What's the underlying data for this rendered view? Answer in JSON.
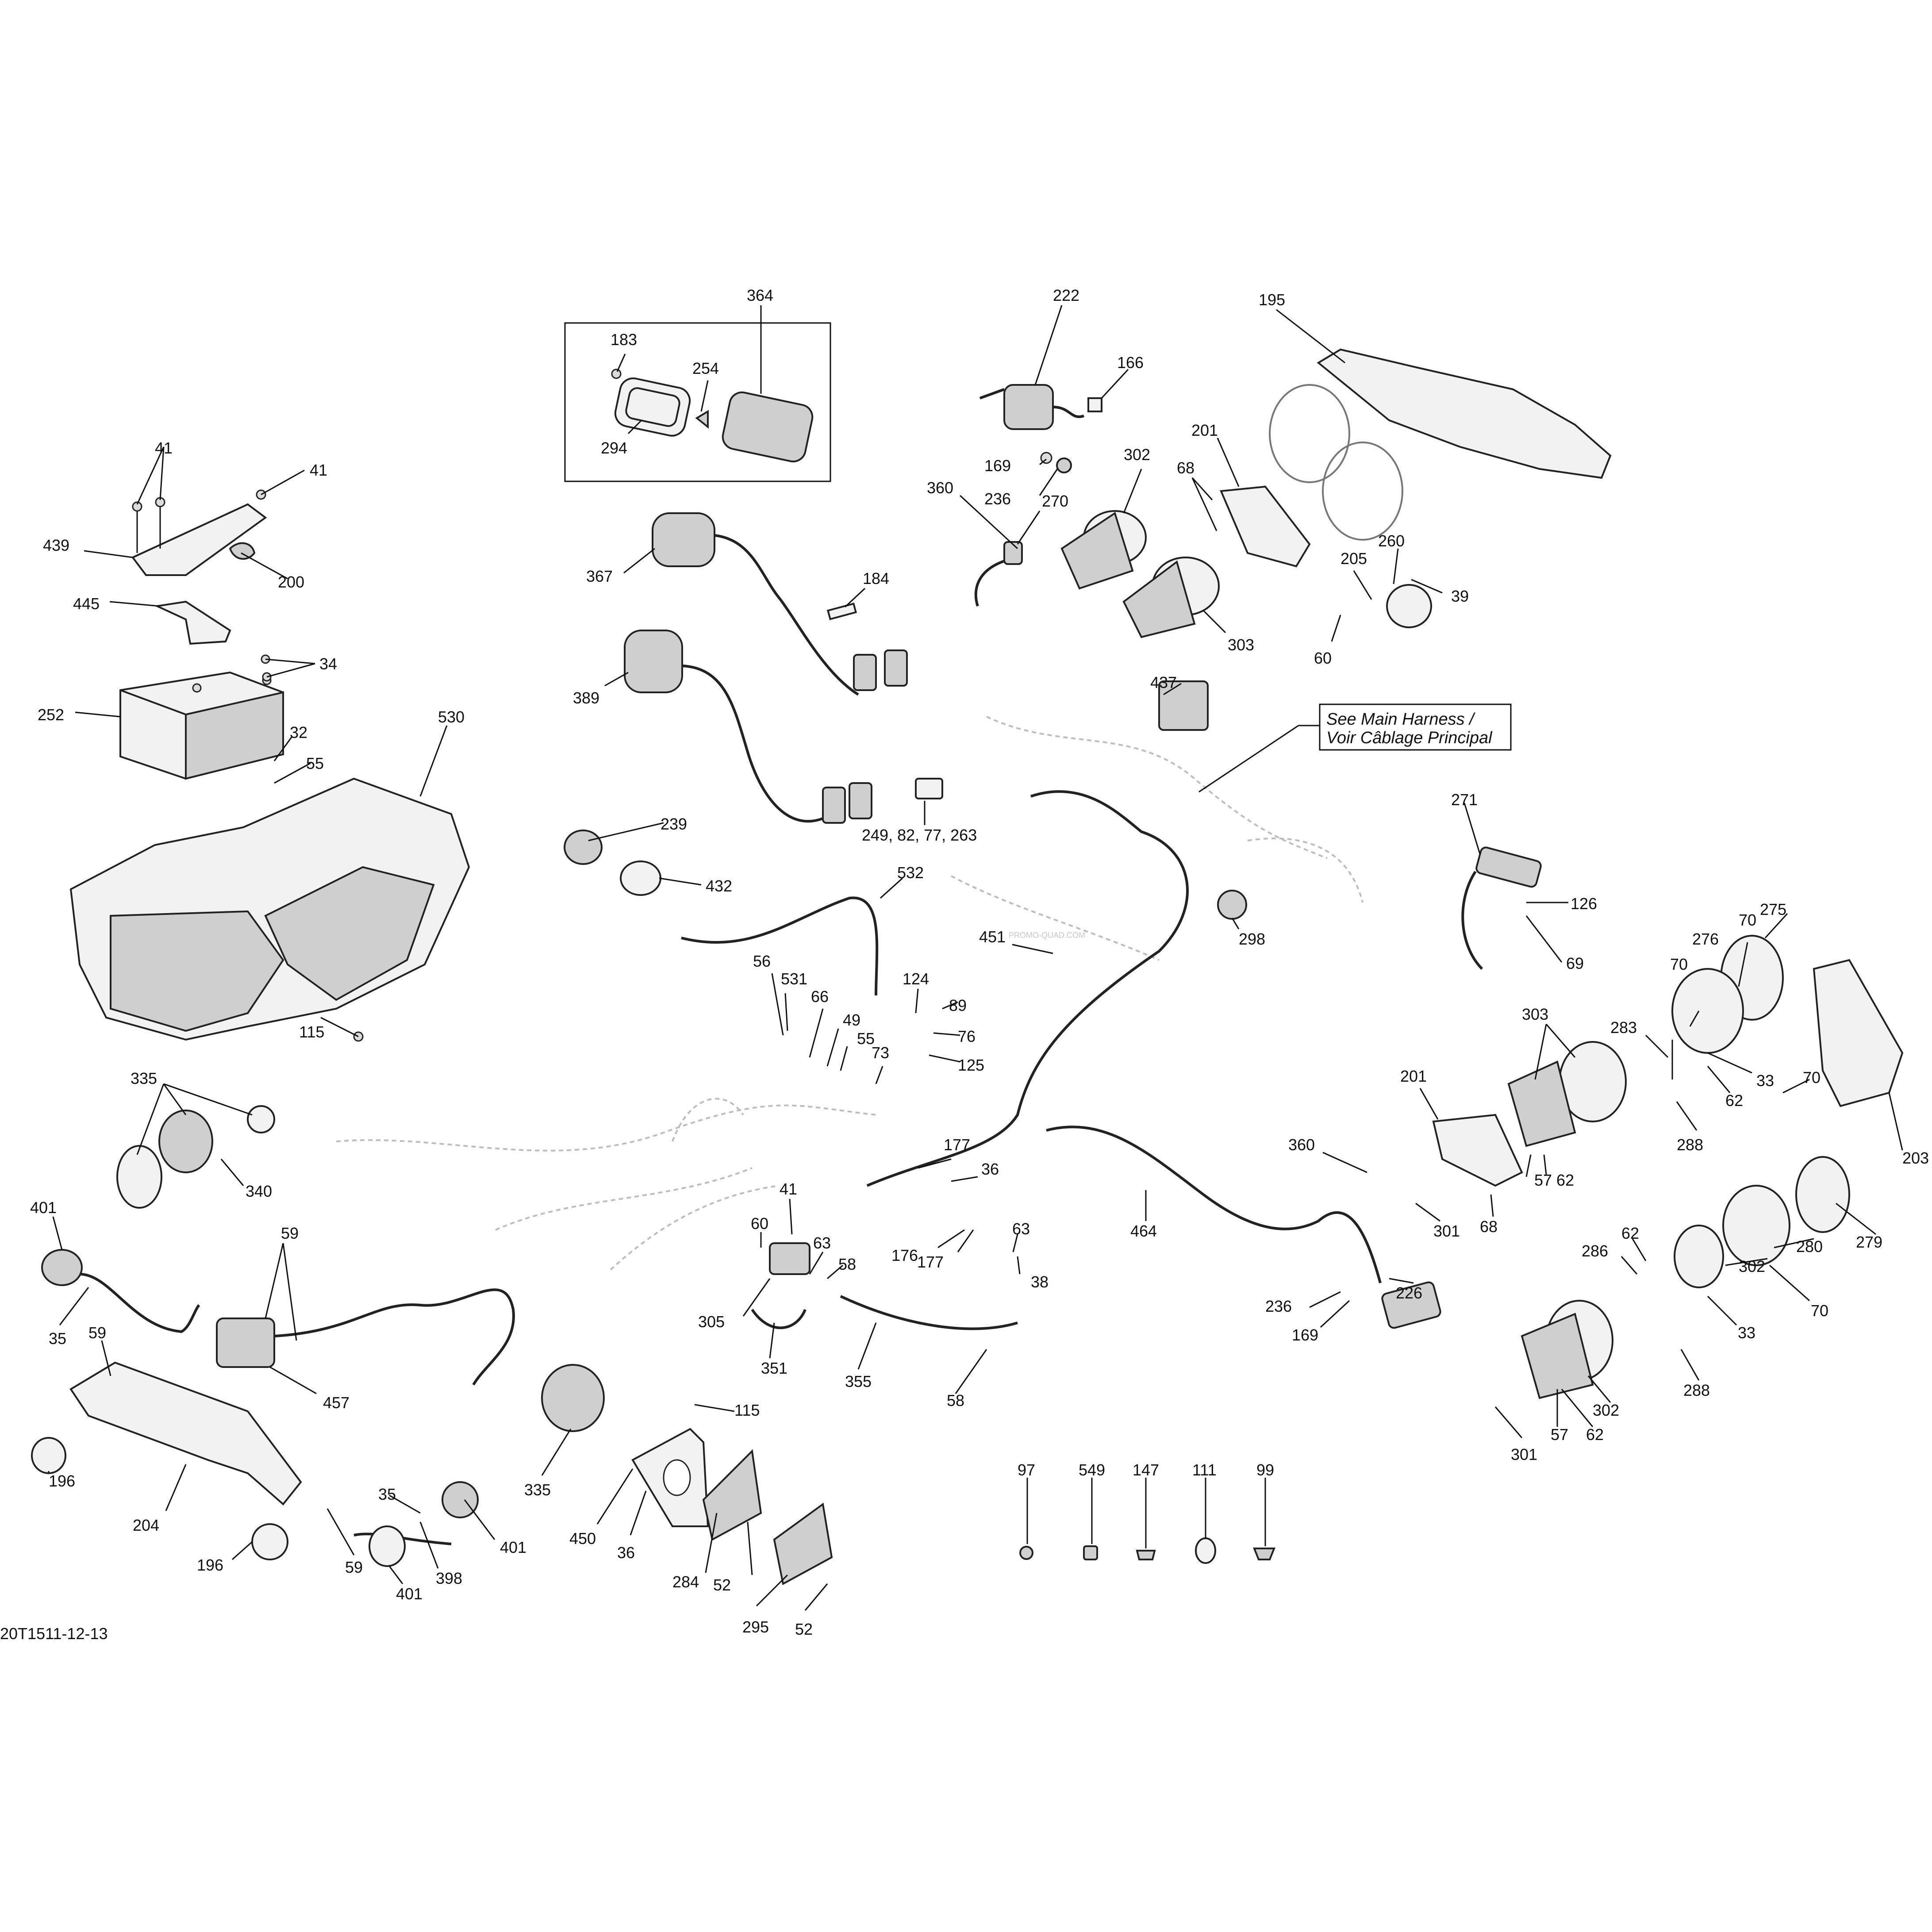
{
  "diagram_code": "20T1511-12-13",
  "note": {
    "line1": "See Main Harness /",
    "line2": "Voir Câblage Principal"
  },
  "watermark": "PROMO-QUAD.COM",
  "labels": [
    {
      "id": "l364",
      "text": "364"
    },
    {
      "id": "l183",
      "text": "183"
    },
    {
      "id": "l254",
      "text": "254"
    },
    {
      "id": "l294",
      "text": "294"
    },
    {
      "id": "l222",
      "text": "222"
    },
    {
      "id": "l166",
      "text": "166"
    },
    {
      "id": "l195",
      "text": "195"
    },
    {
      "id": "l201a",
      "text": "201"
    },
    {
      "id": "l302a",
      "text": "302"
    },
    {
      "id": "l68a",
      "text": "68"
    },
    {
      "id": "l169a",
      "text": "169"
    },
    {
      "id": "l236a",
      "text": "236"
    },
    {
      "id": "l270",
      "text": "270"
    },
    {
      "id": "l360a",
      "text": "360"
    },
    {
      "id": "l303a",
      "text": "303"
    },
    {
      "id": "l260",
      "text": "260"
    },
    {
      "id": "l205",
      "text": "205"
    },
    {
      "id": "l39",
      "text": "39"
    },
    {
      "id": "l60a",
      "text": "60"
    },
    {
      "id": "l41a",
      "text": "41"
    },
    {
      "id": "l41b",
      "text": "41"
    },
    {
      "id": "l439",
      "text": "439"
    },
    {
      "id": "l200",
      "text": "200"
    },
    {
      "id": "l445",
      "text": "445"
    },
    {
      "id": "l34",
      "text": "34"
    },
    {
      "id": "l252",
      "text": "252"
    },
    {
      "id": "l32",
      "text": "32"
    },
    {
      "id": "l55a",
      "text": "55"
    },
    {
      "id": "l530",
      "text": "530"
    },
    {
      "id": "l115a",
      "text": "115"
    },
    {
      "id": "l367",
      "text": "367"
    },
    {
      "id": "l184",
      "text": "184"
    },
    {
      "id": "l389",
      "text": "389"
    },
    {
      "id": "l437",
      "text": "437"
    },
    {
      "id": "l249",
      "text": "249, 82, 77, 263"
    },
    {
      "id": "l239",
      "text": "239"
    },
    {
      "id": "l432",
      "text": "432"
    },
    {
      "id": "l532",
      "text": "532"
    },
    {
      "id": "l271",
      "text": "271"
    },
    {
      "id": "l126",
      "text": "126"
    },
    {
      "id": "l69",
      "text": "69"
    },
    {
      "id": "l298",
      "text": "298"
    },
    {
      "id": "l451",
      "text": "451"
    },
    {
      "id": "l275",
      "text": "275"
    },
    {
      "id": "l70a",
      "text": "70"
    },
    {
      "id": "l276",
      "text": "276"
    },
    {
      "id": "l70b",
      "text": "70"
    },
    {
      "id": "l283",
      "text": "283"
    },
    {
      "id": "l303b",
      "text": "303"
    },
    {
      "id": "l33a",
      "text": "33"
    },
    {
      "id": "l62a",
      "text": "62"
    },
    {
      "id": "l203",
      "text": "203"
    },
    {
      "id": "l288a",
      "text": "288"
    },
    {
      "id": "l56",
      "text": "56"
    },
    {
      "id": "l531",
      "text": "531"
    },
    {
      "id": "l66",
      "text": "66"
    },
    {
      "id": "l49",
      "text": "49"
    },
    {
      "id": "l55b",
      "text": "55"
    },
    {
      "id": "l73",
      "text": "73"
    },
    {
      "id": "l124",
      "text": "124"
    },
    {
      "id": "l89",
      "text": "89"
    },
    {
      "id": "l76",
      "text": "76"
    },
    {
      "id": "l125",
      "text": "125"
    },
    {
      "id": "l201b",
      "text": "201"
    },
    {
      "id": "l360b",
      "text": "360"
    },
    {
      "id": "l57a",
      "text": "57"
    },
    {
      "id": "l62b",
      "text": "62"
    },
    {
      "id": "l68b",
      "text": "68"
    },
    {
      "id": "l301a",
      "text": "301"
    },
    {
      "id": "l335a",
      "text": "335"
    },
    {
      "id": "l340",
      "text": "340"
    },
    {
      "id": "l177a",
      "text": "177"
    },
    {
      "id": "l36a",
      "text": "36"
    },
    {
      "id": "l63a",
      "text": "63"
    },
    {
      "id": "l176",
      "text": "176"
    },
    {
      "id": "l177b",
      "text": "177"
    },
    {
      "id": "l38",
      "text": "38"
    },
    {
      "id": "l464",
      "text": "464"
    },
    {
      "id": "l226",
      "text": "226"
    },
    {
      "id": "l236b",
      "text": "236"
    },
    {
      "id": "l169b",
      "text": "169"
    },
    {
      "id": "l70c",
      "text": "70"
    },
    {
      "id": "l62c",
      "text": "62"
    },
    {
      "id": "l286",
      "text": "286"
    },
    {
      "id": "l279",
      "text": "279"
    },
    {
      "id": "l280",
      "text": "280"
    },
    {
      "id": "l302b",
      "text": "302"
    },
    {
      "id": "l70d",
      "text": "70"
    },
    {
      "id": "l33b",
      "text": "33"
    },
    {
      "id": "l288b",
      "text": "288"
    },
    {
      "id": "l302c",
      "text": "302"
    },
    {
      "id": "l57b",
      "text": "57"
    },
    {
      "id": "l62d",
      "text": "62"
    },
    {
      "id": "l301b",
      "text": "301"
    },
    {
      "id": "l401a",
      "text": "401"
    },
    {
      "id": "l35a",
      "text": "35"
    },
    {
      "id": "l59a",
      "text": "59"
    },
    {
      "id": "l59b",
      "text": "59"
    },
    {
      "id": "l457",
      "text": "457"
    },
    {
      "id": "l196a",
      "text": "196"
    },
    {
      "id": "l204",
      "text": "204"
    },
    {
      "id": "l196b",
      "text": "196"
    },
    {
      "id": "l59c",
      "text": "59"
    },
    {
      "id": "l35b",
      "text": "35"
    },
    {
      "id": "l398",
      "text": "398"
    },
    {
      "id": "l401b",
      "text": "401"
    },
    {
      "id": "l401c",
      "text": "401"
    },
    {
      "id": "l335b",
      "text": "335"
    },
    {
      "id": "l41c",
      "text": "41"
    },
    {
      "id": "l60b",
      "text": "60"
    },
    {
      "id": "l63b",
      "text": "63"
    },
    {
      "id": "l58a",
      "text": "58"
    },
    {
      "id": "l305",
      "text": "305"
    },
    {
      "id": "l351",
      "text": "351"
    },
    {
      "id": "l355",
      "text": "355"
    },
    {
      "id": "l58b",
      "text": "58"
    },
    {
      "id": "l115b",
      "text": "115"
    },
    {
      "id": "l450",
      "text": "450"
    },
    {
      "id": "l36b",
      "text": "36"
    },
    {
      "id": "l284",
      "text": "284"
    },
    {
      "id": "l52a",
      "text": "52"
    },
    {
      "id": "l295",
      "text": "295"
    },
    {
      "id": "l52b",
      "text": "52"
    },
    {
      "id": "l97",
      "text": "97"
    },
    {
      "id": "l549",
      "text": "549"
    },
    {
      "id": "l147",
      "text": "147"
    },
    {
      "id": "l111",
      "text": "111"
    },
    {
      "id": "l99",
      "text": "99"
    }
  ]
}
